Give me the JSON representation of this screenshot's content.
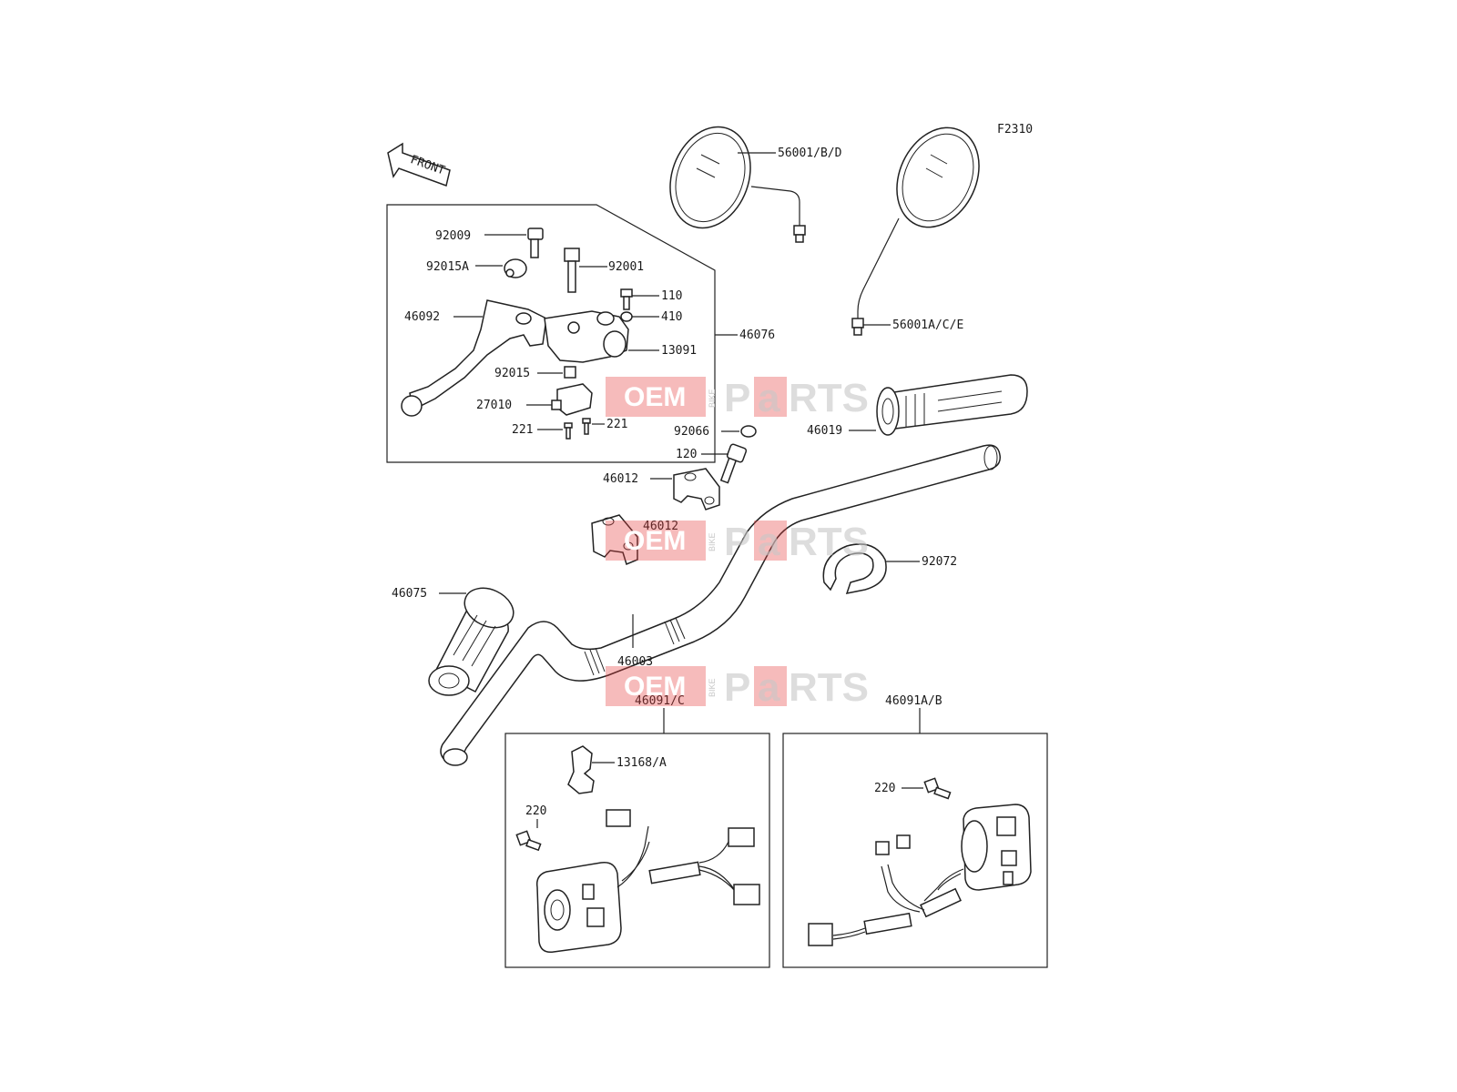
{
  "figure_code": "F2310",
  "front_arrow": "FRONT",
  "watermark": {
    "oem": "OEM",
    "bike": "BIKE",
    "parts_p": "P",
    "parts_a": "a",
    "parts_rts": "RTS"
  },
  "labels": {
    "l92009": "92009",
    "l92015A": "92015A",
    "l46092": "46092",
    "l92001": "92001",
    "l110": "110",
    "l410": "410",
    "l46076": "46076",
    "l13091": "13091",
    "l92015": "92015",
    "l27010": "27010",
    "l221a": "221",
    "l221b": "221",
    "l56001BD": "56001/B/D",
    "l56001ACE": "56001A/C/E",
    "l46019": "46019",
    "l92066": "92066",
    "l120": "120",
    "l46012a": "46012",
    "l46012b": "46012",
    "l92072": "92072",
    "l46075": "46075",
    "l46003": "46003",
    "l46091C": "46091/C",
    "l46091AB": "46091A/B",
    "l13168A": "13168/A",
    "l220a": "220",
    "l220b": "220"
  }
}
